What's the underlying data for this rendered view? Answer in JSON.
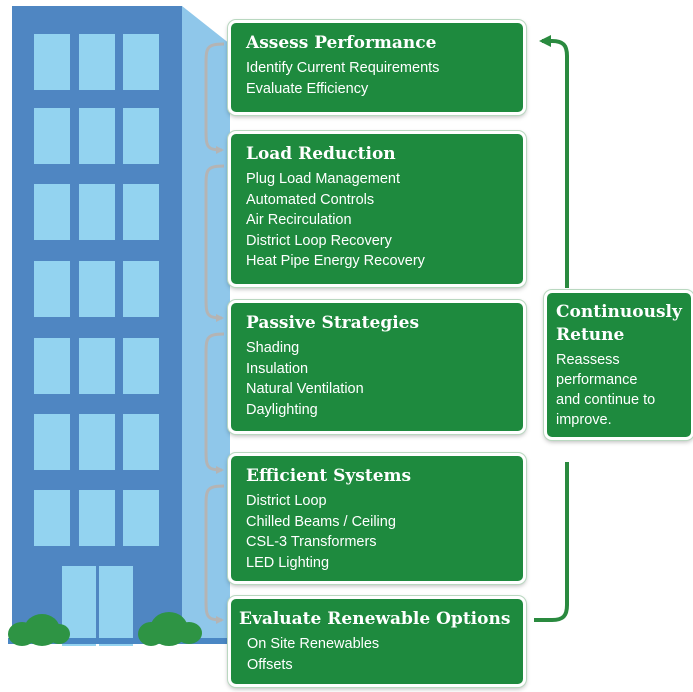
{
  "steps": [
    {
      "title": "Assess Performance",
      "items": [
        "Identify Current Requirements",
        "Evaluate Efficiency"
      ]
    },
    {
      "title": "Load Reduction",
      "items": [
        "Plug Load Management",
        "Automated Controls",
        "Air Recirculation",
        "District Loop Recovery",
        "Heat Pipe Energy Recovery"
      ]
    },
    {
      "title": "Passive Strategies",
      "items": [
        "Shading",
        "Insulation",
        "Natural Ventilation",
        "Daylighting"
      ]
    },
    {
      "title": "Efficient Systems",
      "items": [
        "District Loop",
        "Chilled Beams / Ceiling",
        "CSL-3 Transformers",
        "LED Lighting"
      ]
    },
    {
      "title": "Evaluate Renewable Options",
      "items": [
        "On Site Renewables",
        "Offsets"
      ]
    }
  ],
  "loop": {
    "title_line1": "Continuously",
    "title_line2": "Retune",
    "lines": [
      "Reassess",
      "performance",
      "and continue to",
      "improve."
    ]
  },
  "colors": {
    "box_green": "#1e8a3e",
    "loop_arrow": "#2a8a3f",
    "bracket_gray": "#b4b4b4",
    "building_front": "#4f86c2",
    "building_side": "#8fc7ea",
    "window": "#93d3f0",
    "bush": "#2e9444"
  },
  "icons": {
    "building": "office-building-icon",
    "bush": "shrub-icon"
  }
}
